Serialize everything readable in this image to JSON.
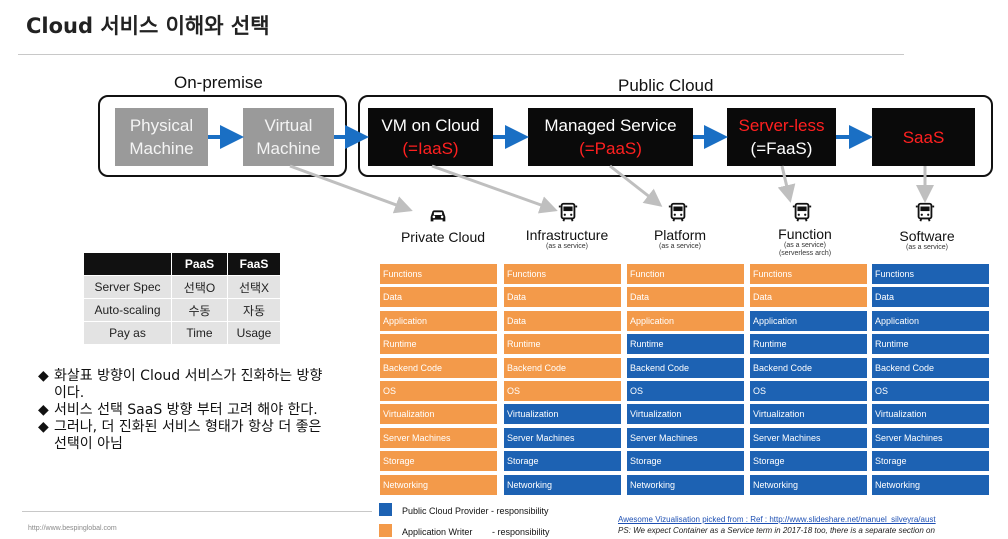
{
  "title": "Cloud 서비스 이해와 선택",
  "groups": {
    "onprem": "On-premise",
    "public": "Public Cloud"
  },
  "flow": [
    {
      "line1": "Physical",
      "line2": "Machine"
    },
    {
      "line1": "Virtual",
      "line2": "Machine"
    },
    {
      "line1": "VM on Cloud",
      "line2": "(=IaaS)"
    },
    {
      "line1": "Managed Service",
      "line2": "(=PaaS)"
    },
    {
      "line1": "Server-less",
      "line2": "(=FaaS)"
    },
    {
      "line1": "",
      "line2": "SaaS"
    }
  ],
  "categories": [
    {
      "name": "Private Cloud",
      "sub1": "",
      "sub2": "",
      "icon": "car-icon"
    },
    {
      "name": "Infrastructure",
      "sub1": "(as a service)",
      "sub2": "",
      "icon": "bus-icon"
    },
    {
      "name": "Platform",
      "sub1": "(as a service)",
      "sub2": "",
      "icon": "bus-icon"
    },
    {
      "name": "Function",
      "sub1": "(as a service)",
      "sub2": "(serverless arch)",
      "icon": "bus-icon"
    },
    {
      "name": "Software",
      "sub1": "(as a service)",
      "sub2": "",
      "icon": "bus-icon"
    }
  ],
  "layers": [
    "Functions",
    "Data",
    "Application",
    "Runtime",
    "Backend Code",
    "OS",
    "Virtualization",
    "Server Machines",
    "Storage",
    "Networking"
  ],
  "stack_columns": [
    {
      "cells": [
        "Functions",
        "Data",
        "Application",
        "Runtime",
        "Backend Code",
        "OS",
        "Virtualization",
        "Server Machines",
        "Storage",
        "Networking"
      ],
      "writer_count": 10
    },
    {
      "cells": [
        "Functions",
        "Data",
        "Data",
        "Runtime",
        "Backend Code",
        "OS",
        "Virtualization",
        "Server Machines",
        "Storage",
        "Networking"
      ],
      "writer_count": 6
    },
    {
      "cells": [
        "Function",
        "Data",
        "Application",
        "Runtime",
        "Backend Code",
        "OS",
        "Virtualization",
        "Server Machines",
        "Storage",
        "Networking"
      ],
      "writer_count": 3
    },
    {
      "cells": [
        "Functions",
        "Data",
        "Application",
        "Runtime",
        "Backend Code",
        "OS",
        "Virtualization",
        "Server Machines",
        "Storage",
        "Networking"
      ],
      "writer_count": 2
    },
    {
      "cells": [
        "Functions",
        "Data",
        "Application",
        "Runtime",
        "Backend Code",
        "OS",
        "Virtualization",
        "Server Machines",
        "Storage",
        "Networking"
      ],
      "writer_count": 0
    }
  ],
  "compare_table": {
    "headers": [
      "",
      "PaaS",
      "FaaS"
    ],
    "rows": [
      [
        "Server Spec",
        "선택O",
        "선택X"
      ],
      [
        "Auto-scaling",
        "수동",
        "자동"
      ],
      [
        "Pay as",
        "Time",
        "Usage"
      ]
    ]
  },
  "bullets": [
    "화살표 방향이 Cloud 서비스가 진화하는 방향 이다.",
    "서비스 선택 SaaS 방향 부터 고려 해야 한다.",
    "그러나, 더 진화된 서비스 형태가 항상 더 좋은 선택이 아님"
  ],
  "bullet_symbol": "◆",
  "legend": {
    "provider": "Public Cloud Provider - responsibility",
    "writer_a": "Application Writer",
    "writer_b": "- responsibility"
  },
  "footer_url": "http://www.bespinglobal.com",
  "credit_line1": "Awesome Vizualisation picked from : Ref : http://www.slideshare.net/manuel_silveyra/aust",
  "credit_line2": "PS: We expect Container as a Service term in 2017-18 too, there is a separate section on",
  "colors": {
    "writer": "#f39a4a",
    "provider": "#1d62b3",
    "arrow": "#1a6fc4",
    "connector": "#bfbfbf",
    "highlight": "#ff2020"
  }
}
